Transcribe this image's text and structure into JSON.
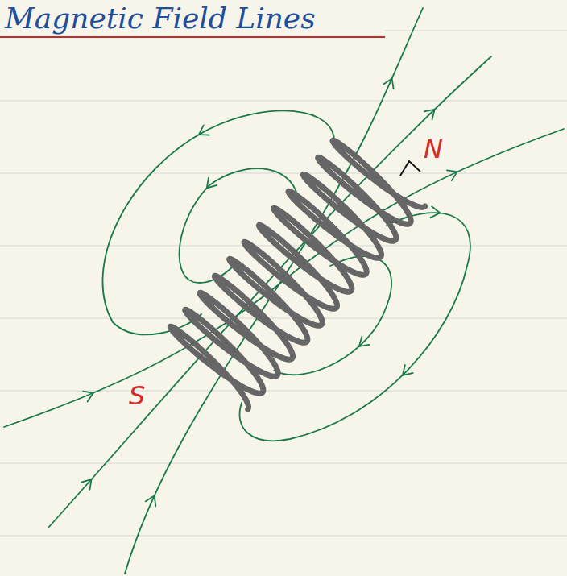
{
  "diagram": {
    "title": "Magnetic Field Lines",
    "labels": [
      "N",
      "S"
    ]
  }
}
